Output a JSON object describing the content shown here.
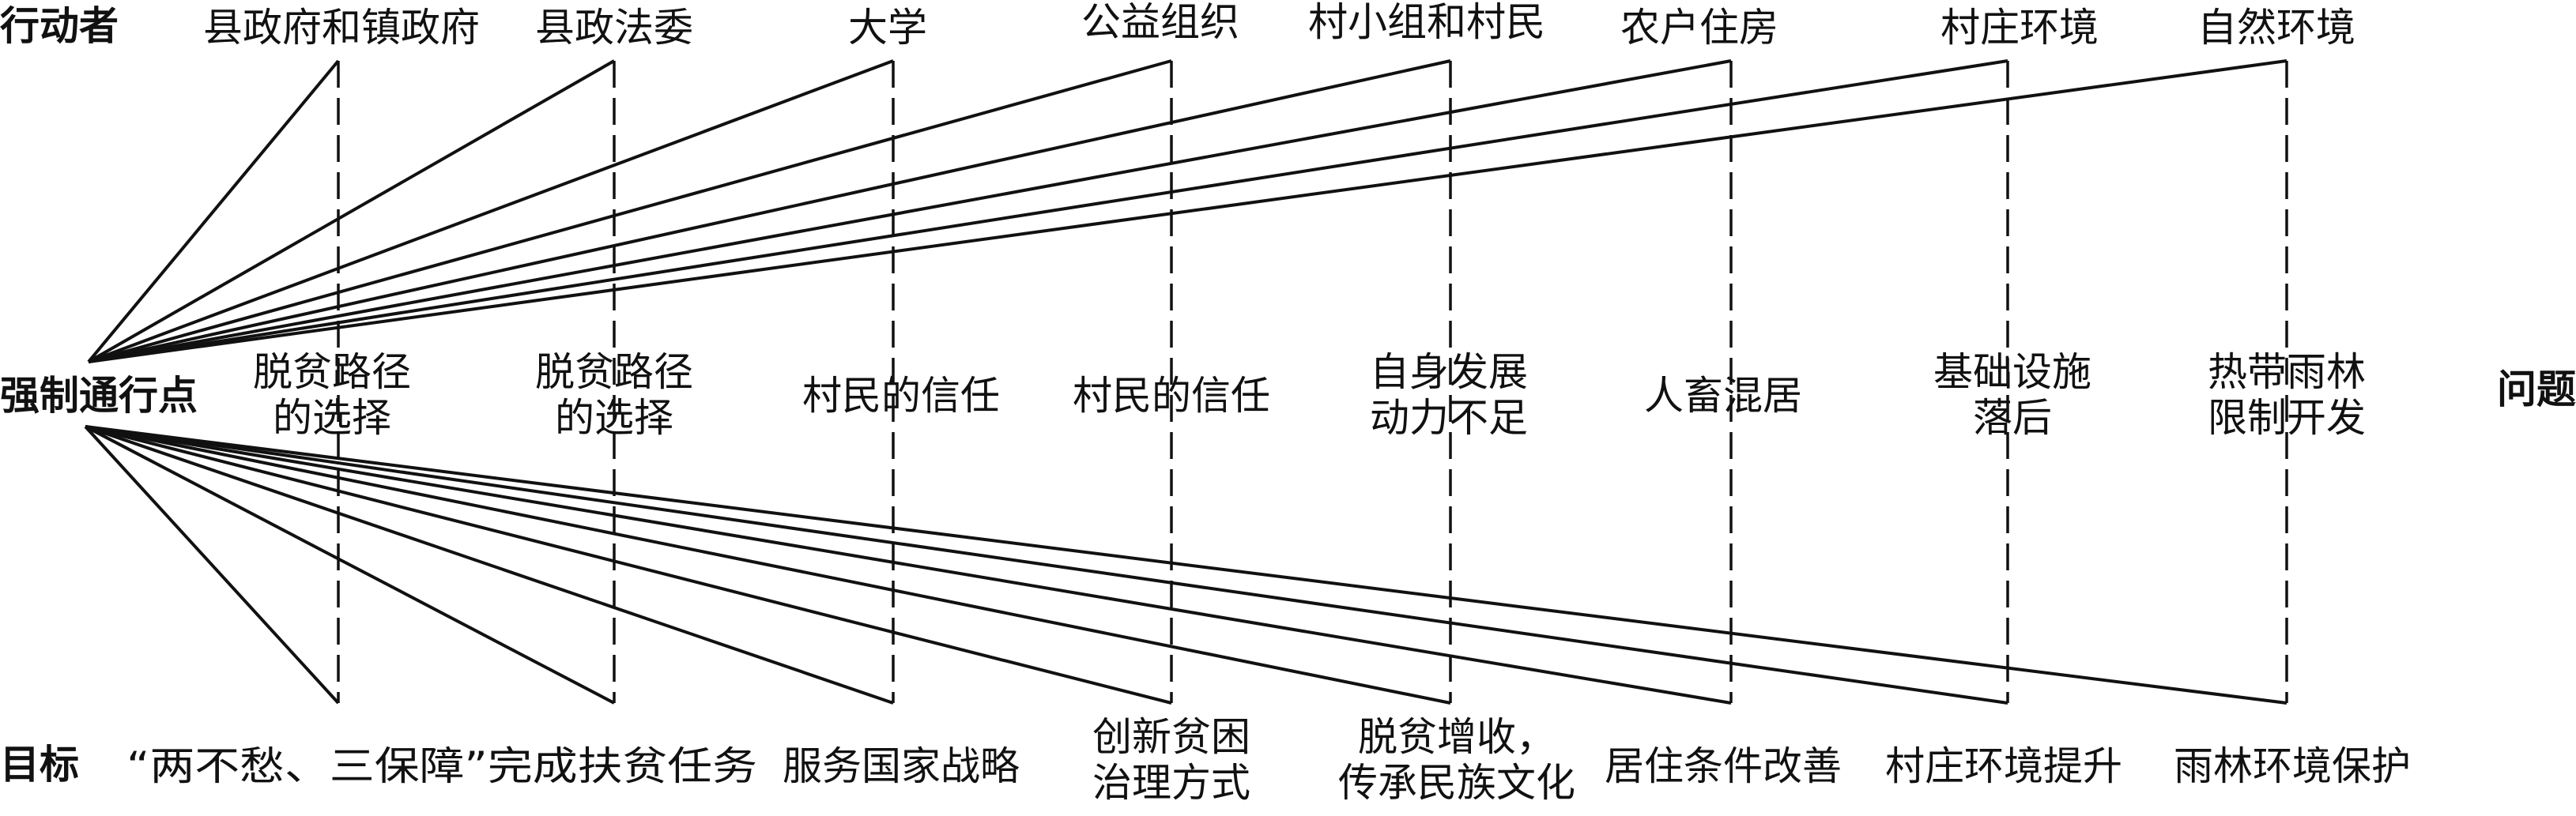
{
  "row_labels": {
    "actors": "行动者",
    "opp": "强制通行点",
    "goals": "目标",
    "problems": "问题"
  },
  "columns": [
    {
      "actor": "县政府和镇政府",
      "problem": [
        "脱贫路径",
        "的选择"
      ],
      "goal": [
        "“两不愁、三保障”完成扶贫任务"
      ]
    },
    {
      "actor": "县政法委",
      "problem": [
        "脱贫路径",
        "的选择"
      ],
      "goal": [
        ""
      ]
    },
    {
      "actor": "大学",
      "problem": [
        "村民的信任"
      ],
      "goal": [
        "服务国家战略"
      ]
    },
    {
      "actor": "公益组织",
      "problem": [
        "村民的信任"
      ],
      "goal": [
        "创新贫困",
        "治理方式"
      ]
    },
    {
      "actor": "村小组和村民",
      "problem": [
        "自身发展",
        "动力不足"
      ],
      "goal": [
        "脱贫增收，",
        "传承民族文化"
      ]
    },
    {
      "actor": "农户住房",
      "problem": [
        "人畜混居"
      ],
      "goal": [
        "居住条件改善"
      ]
    },
    {
      "actor": "村庄环境",
      "problem": [
        "基础设施",
        "落后"
      ],
      "goal": [
        "村庄环境提升"
      ]
    },
    {
      "actor": "自然环境",
      "problem": [
        "热带雨林",
        "限制开发"
      ],
      "goal": [
        "雨林环境保护"
      ]
    }
  ],
  "colors": {
    "line": "#111111",
    "text": "#111111",
    "background": "#ffffff"
  }
}
